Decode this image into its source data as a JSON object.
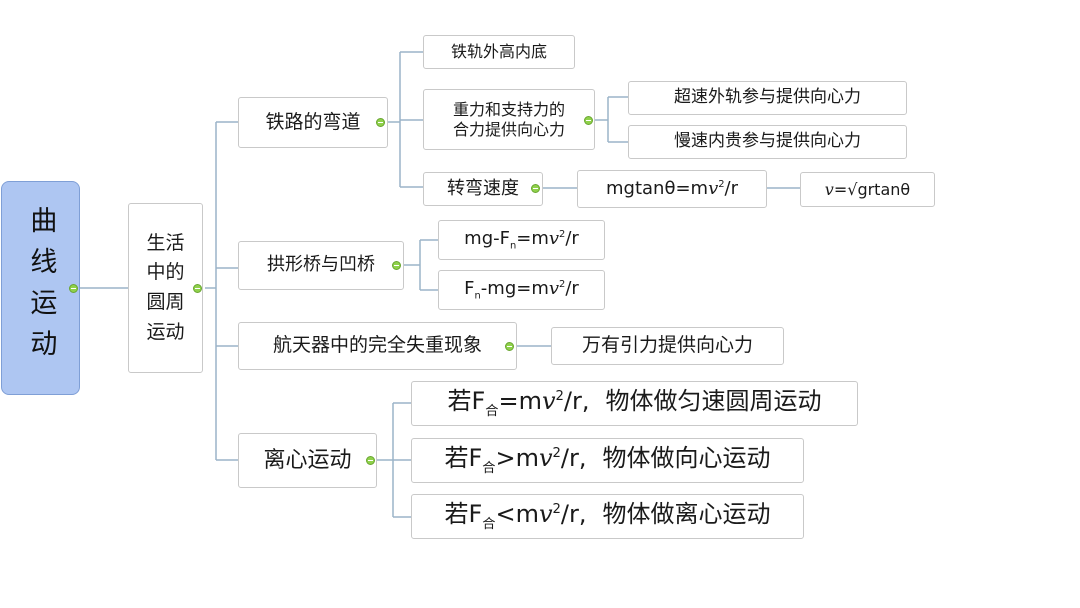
{
  "root": {
    "label": "曲线运动"
  },
  "l1": {
    "label_lines": [
      "生活",
      "中的",
      "圆周",
      "运动"
    ]
  },
  "railway": {
    "label": "铁路的弯道",
    "outer_high": "铁轨外高内底",
    "resultant": {
      "line1": "重力和支持力的",
      "line2": "合力提供向心力"
    },
    "fast": "超速外轨参与提供向心力",
    "slow": "慢速内贵参与提供向心力",
    "speed": "转弯速度",
    "formula_pre": "mgtanθ=m",
    "formula_post": "/r",
    "v_pre": "=√grtanθ"
  },
  "bridge": {
    "label": "拱形桥与凹桥",
    "f1_pre": "mg-F",
    "f1_mid": "=m",
    "f1_post": "/r",
    "f2_pre": "F",
    "f2_mid": "-mg=m",
    "f2_post": "/r",
    "sub_n": "n"
  },
  "spacecraft": {
    "label": "航天器中的完全失重现象",
    "gravity": "万有引力提供向心力"
  },
  "centrifugal": {
    "label": "离心运动",
    "pre": "若F",
    "sub": "合",
    "op_eq": "=m",
    "op_gt": ">m",
    "op_lt": "<m",
    "post": "/r,",
    "motion_uniform": "物体做匀速圆周运动",
    "motion_toward": "物体做向心运动",
    "motion_away": "物体做离心运动"
  },
  "symbols": {
    "v": "v",
    "sq": "2"
  },
  "colors": {
    "root_fill": "#aec6f2",
    "connector": "#8fd14a",
    "line": "#9bb4c9"
  }
}
